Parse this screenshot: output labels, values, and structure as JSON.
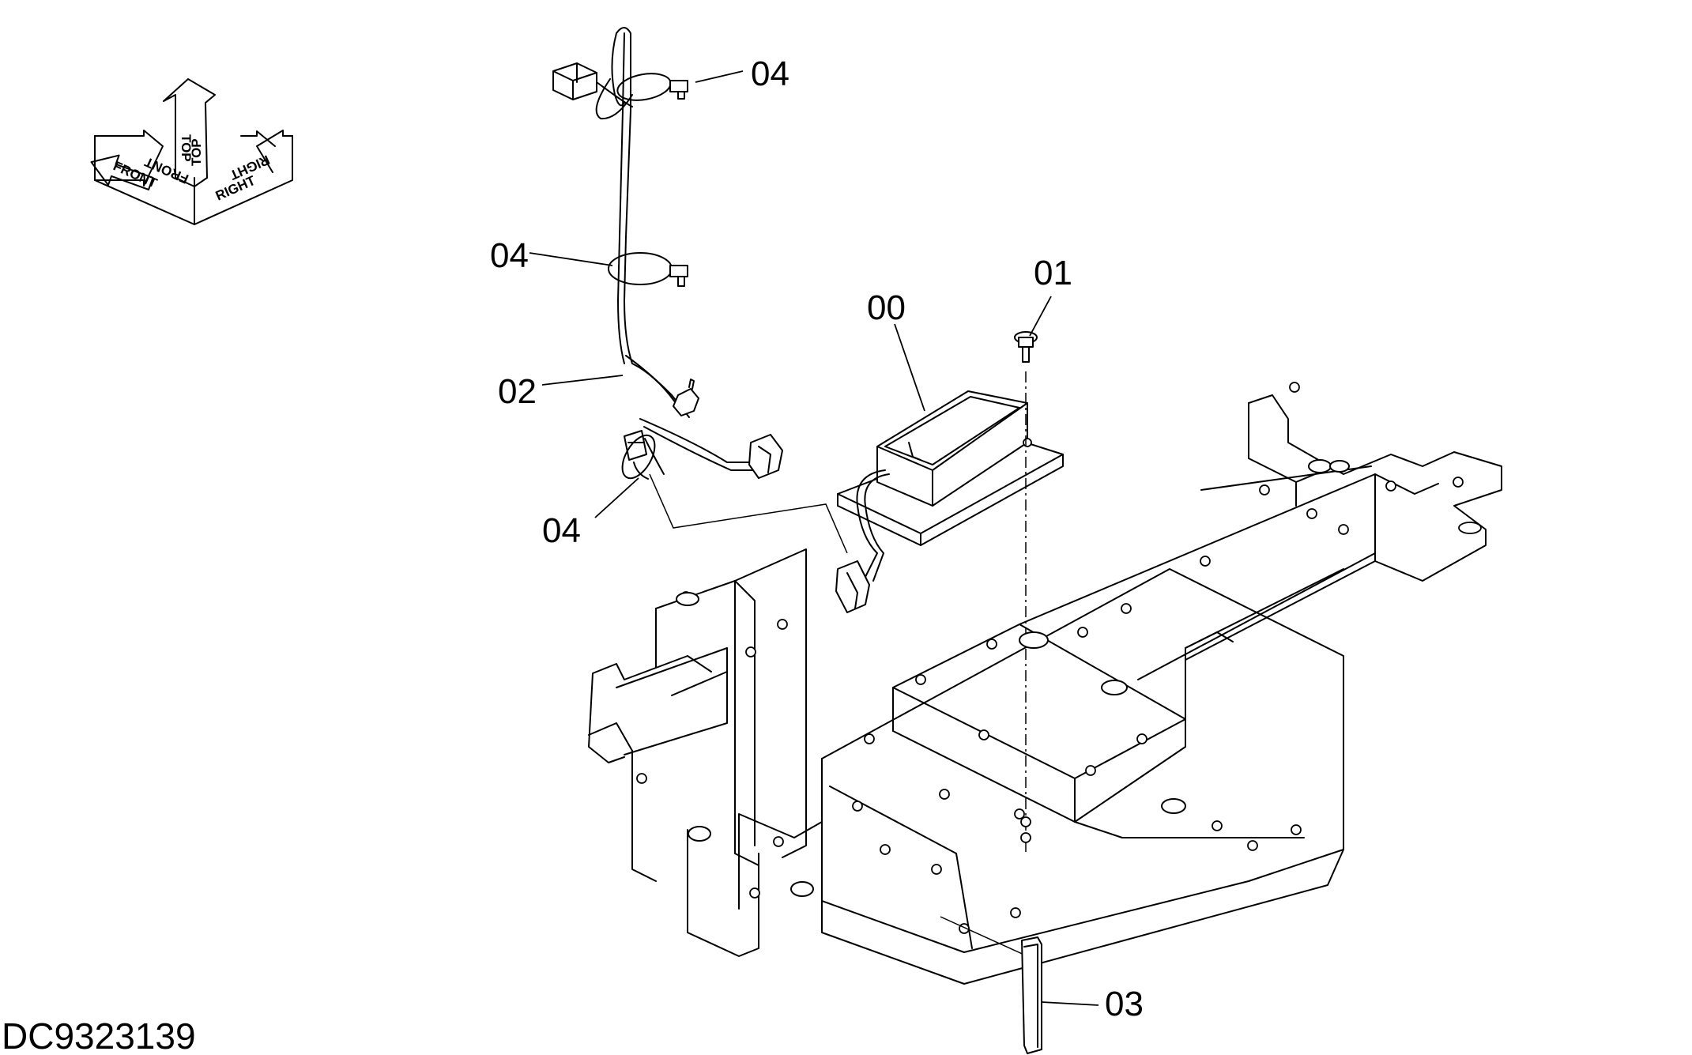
{
  "drawing_id": "DC9323139",
  "orientation_labels": {
    "front": "FRONT",
    "top": "TOP",
    "right": "RIGHT"
  },
  "callouts": [
    {
      "id": "callout-00",
      "label": "00"
    },
    {
      "id": "callout-01",
      "label": "01"
    },
    {
      "id": "callout-02",
      "label": "02"
    },
    {
      "id": "callout-03",
      "label": "03"
    },
    {
      "id": "callout-04-top",
      "label": "04"
    },
    {
      "id": "callout-04-middle",
      "label": "04"
    },
    {
      "id": "callout-04-bottom",
      "label": "04"
    }
  ],
  "parts": [
    "part-00-controller",
    "part-01-bolt",
    "part-02-harness",
    "part-03-tie-spacer",
    "part-04-cable-ties"
  ],
  "colors": {
    "line": "#000000",
    "background": "#ffffff"
  }
}
